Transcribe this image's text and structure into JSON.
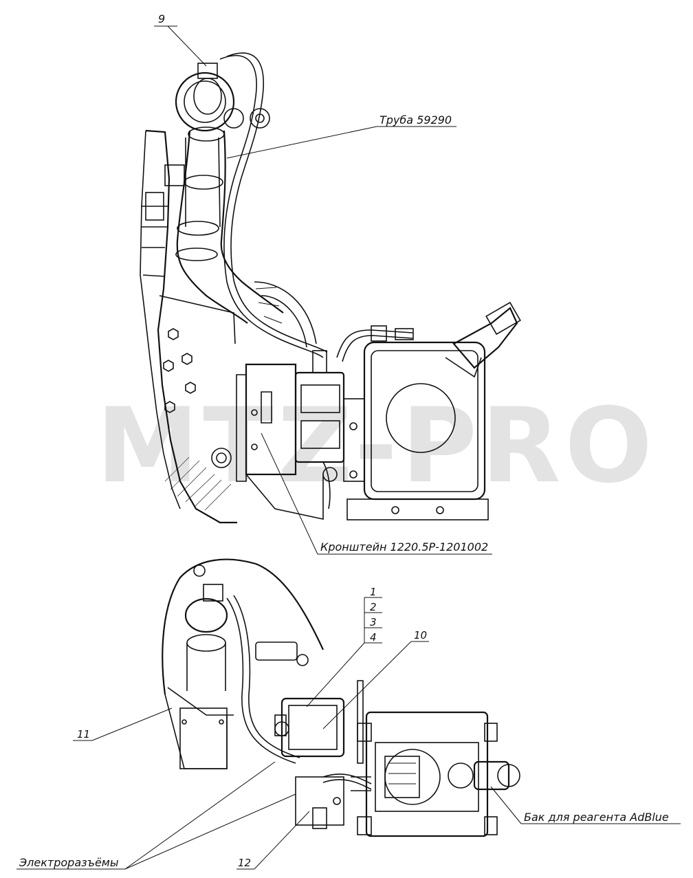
{
  "watermark": "MTZ-PRO",
  "labels": {
    "item_9": "9",
    "pipe": "Труба 59290",
    "bracket": "Кронштейн 1220.5Р-1201002",
    "item_1": "1",
    "item_2": "2",
    "item_3": "3",
    "item_4": "4",
    "item_10": "10",
    "item_11": "11",
    "tank": "Бак для реагента AdBlue",
    "connectors": "Электроразъёмы",
    "item_12": "12"
  }
}
